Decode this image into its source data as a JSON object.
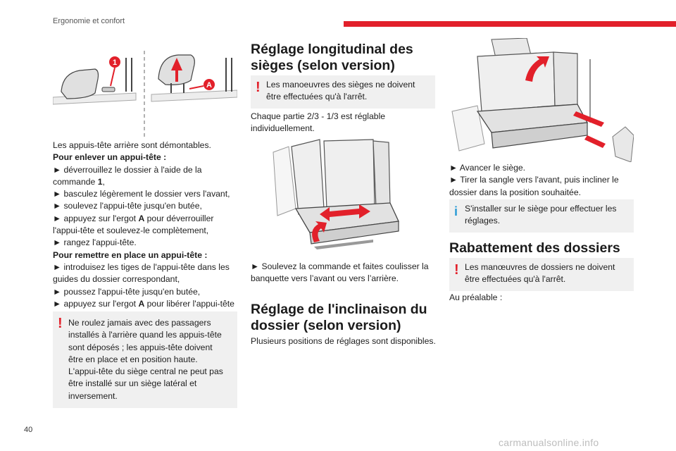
{
  "header": {
    "section": "Ergonomie et confort",
    "accent_color": "#e2202a"
  },
  "page_number": "40",
  "watermark": "carmanualsonline.info",
  "col1": {
    "figure_labels": [
      "1",
      "A"
    ],
    "intro": "Les appuis-tête arrière sont démontables.",
    "remove_title": "Pour enlever un appui-tête :",
    "remove_steps": [
      "► déverrouillez le dossier à l'aide de la commande ",
      "1",
      ",",
      "► basculez légèrement le dossier vers l'avant,",
      "► soulevez l'appui-tête jusqu'en butée,",
      "► appuyez sur l'ergot ",
      "A",
      " pour déverrouiller l'appui-tête et soulevez-le complètement,",
      "► rangez l'appui-tête."
    ],
    "refit_title": "Pour remettre en place un appui-tête :",
    "refit_steps": [
      "► introduisez les tiges de l'appui-tête dans les guides du dossier correspondant,",
      "► poussez l'appui-tête jusqu'en butée,",
      "► appuyez sur l'ergot ",
      "A",
      " pour libérer l'appui-tête et poussez-le vers le bas."
    ],
    "warning": {
      "mark": "!",
      "line1": "Ne roulez jamais avec des passagers installés à l'arrière quand les appuis-tête sont déposés ; les appuis-tête doivent être en place et en position haute.",
      "line2": "L'appui-tête du siège central ne peut pas être installé sur un siège latéral et inversement."
    }
  },
  "col2": {
    "heading1": "Réglage longitudinal des sièges (selon version)",
    "warning": {
      "mark": "!",
      "text": "Les manoeuvres des sièges ne doivent être effectuées qu'à l'arrêt."
    },
    "para1": "Chaque partie 2/3 - 1/3 est réglable individuellement.",
    "step1": "► Soulevez la commande et faites coulisser la banquette vers l’avant ou vers l’arrière.",
    "heading2": "Réglage de l'inclinaison du dossier (selon version)",
    "para2": "Plusieurs positions de réglages sont disponibles."
  },
  "col3": {
    "step1": "► Avancer le siège.",
    "step2": "► Tirer la sangle vers l'avant, puis incliner le dossier dans la position souhaitée.",
    "info": {
      "mark": "i",
      "text": "S'installer sur le siège pour effectuer les réglages."
    },
    "heading": "Rabattement des dossiers",
    "warning": {
      "mark": "!",
      "text": "Les manœuvres de dossiers ne doivent être effectuées qu'à l'arrêt."
    },
    "para": "Au préalable :"
  }
}
